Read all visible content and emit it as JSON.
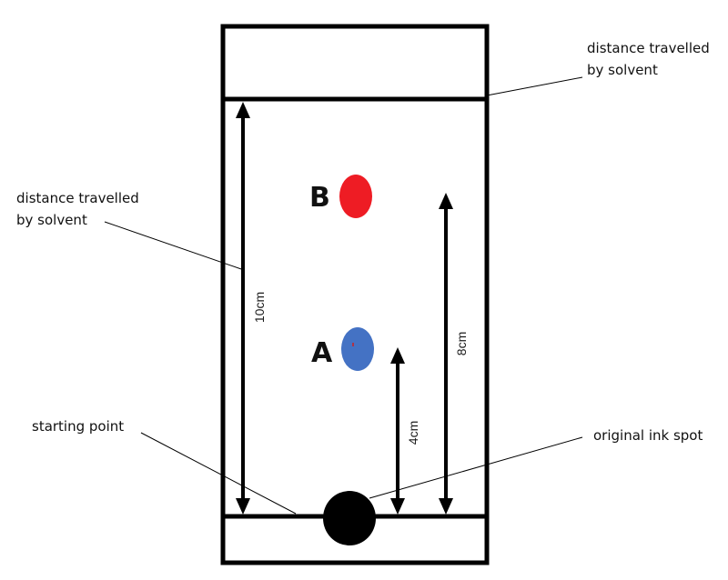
{
  "diagram": {
    "title": "Paper chromatography",
    "labels": {
      "solvent_front_right": [
        "distance travelled",
        "by solvent"
      ],
      "solvent_distance_left": [
        "distance travelled",
        "by solvent"
      ],
      "starting_point": "starting point",
      "original_ink_spot": "original ink spot"
    },
    "measurements": {
      "solvent": "10cm",
      "spot_b": "8cm",
      "spot_a": "4cm"
    },
    "spots": [
      {
        "name": "A",
        "color": "#4472c4"
      },
      {
        "name": "B",
        "color": "#ee1c24"
      }
    ],
    "ink_spot_color": "#000000"
  }
}
